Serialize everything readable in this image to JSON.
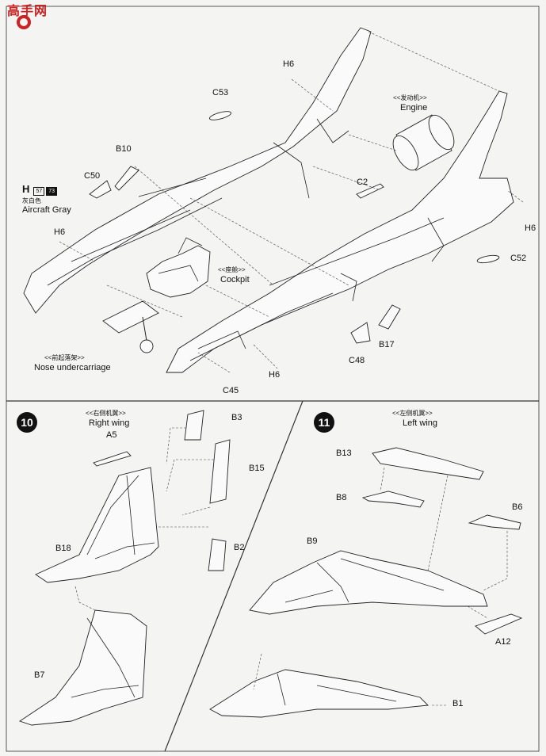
{
  "logo": {
    "text": "高手网"
  },
  "paint_callout": {
    "letter": "H",
    "code_a": "57",
    "code_b": "73",
    "name_cn": "灰白色",
    "name_en": "Aircraft Gray"
  },
  "step9": {
    "parts": [
      "H6",
      "C53",
      "B10",
      "C50",
      "H6",
      "C2",
      "H6",
      "C52",
      "B17",
      "C48",
      "H6",
      "C45"
    ],
    "engine_cn": "<<发动机>>",
    "engine_en": "Engine",
    "cockpit_cn": "<<座舱>>",
    "cockpit_en": "Cockpit",
    "nose_cn": "<<前起落架>>",
    "nose_en": "Nose undercarriage"
  },
  "step10": {
    "number": "10",
    "title_cn": "<<右侧机翼>>",
    "title_en": "Right wing",
    "parts": [
      "B3",
      "A5",
      "B15",
      "B18",
      "B2",
      "B7"
    ]
  },
  "step11": {
    "number": "11",
    "title_cn": "<<左侧机翼>>",
    "title_en": "Left wing",
    "parts": [
      "B13",
      "B8",
      "B6",
      "B9",
      "A12",
      "B1"
    ]
  },
  "icons": [
    "fuselage-half-icon",
    "engine-icon",
    "cockpit-tub-icon",
    "nose-gear-icon",
    "wing-icon",
    "flap-icon"
  ],
  "colors": {
    "line": "#222222",
    "paper": "#f4f4f2",
    "logo_red": "#cc2222"
  }
}
